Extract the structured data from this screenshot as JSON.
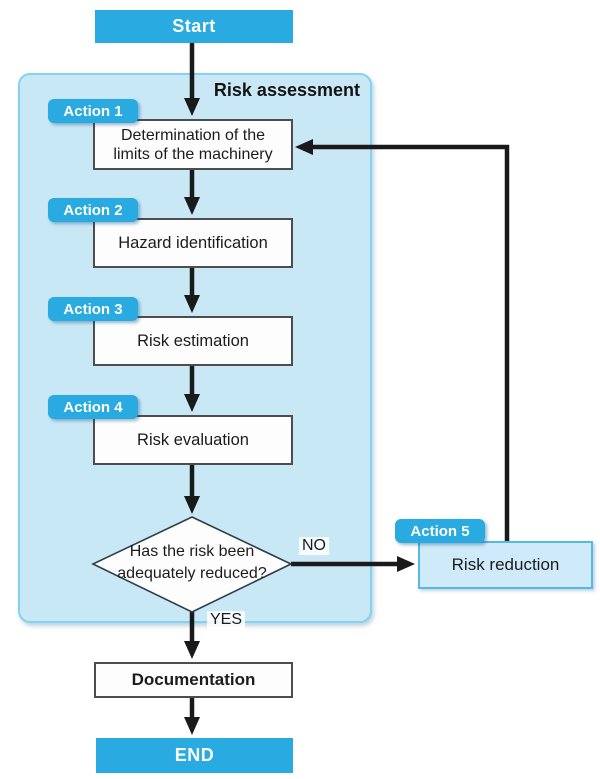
{
  "diagram": {
    "container_label": "Risk assessment",
    "nodes": {
      "start": "Start",
      "end": "END",
      "documentation": "Documentation",
      "decision": "Has the risk been adequately reduced?",
      "risk_reduction": "Risk reduction"
    },
    "edges": {
      "yes": "YES",
      "no": "NO"
    },
    "actions": [
      {
        "badge": "Action 1",
        "label": "Determination of the limits of the machinery"
      },
      {
        "badge": "Action 2",
        "label": "Hazard identification"
      },
      {
        "badge": "Action 3",
        "label": "Risk estimation"
      },
      {
        "badge": "Action 4",
        "label": "Risk evaluation"
      },
      {
        "badge": "Action 5",
        "label": "Risk reduction"
      }
    ],
    "colors": {
      "accent": "#29abe2",
      "container_fill": "#c9e8f6",
      "container_border": "#83d2ef",
      "box_fill": "#fdfdfd",
      "box_border": "#4d4d4d",
      "reduction_fill": "#cfeaf8",
      "reduction_border": "#55b9e6",
      "diamond_border": "#2f3e46",
      "arrow": "#1a1a1a"
    }
  }
}
